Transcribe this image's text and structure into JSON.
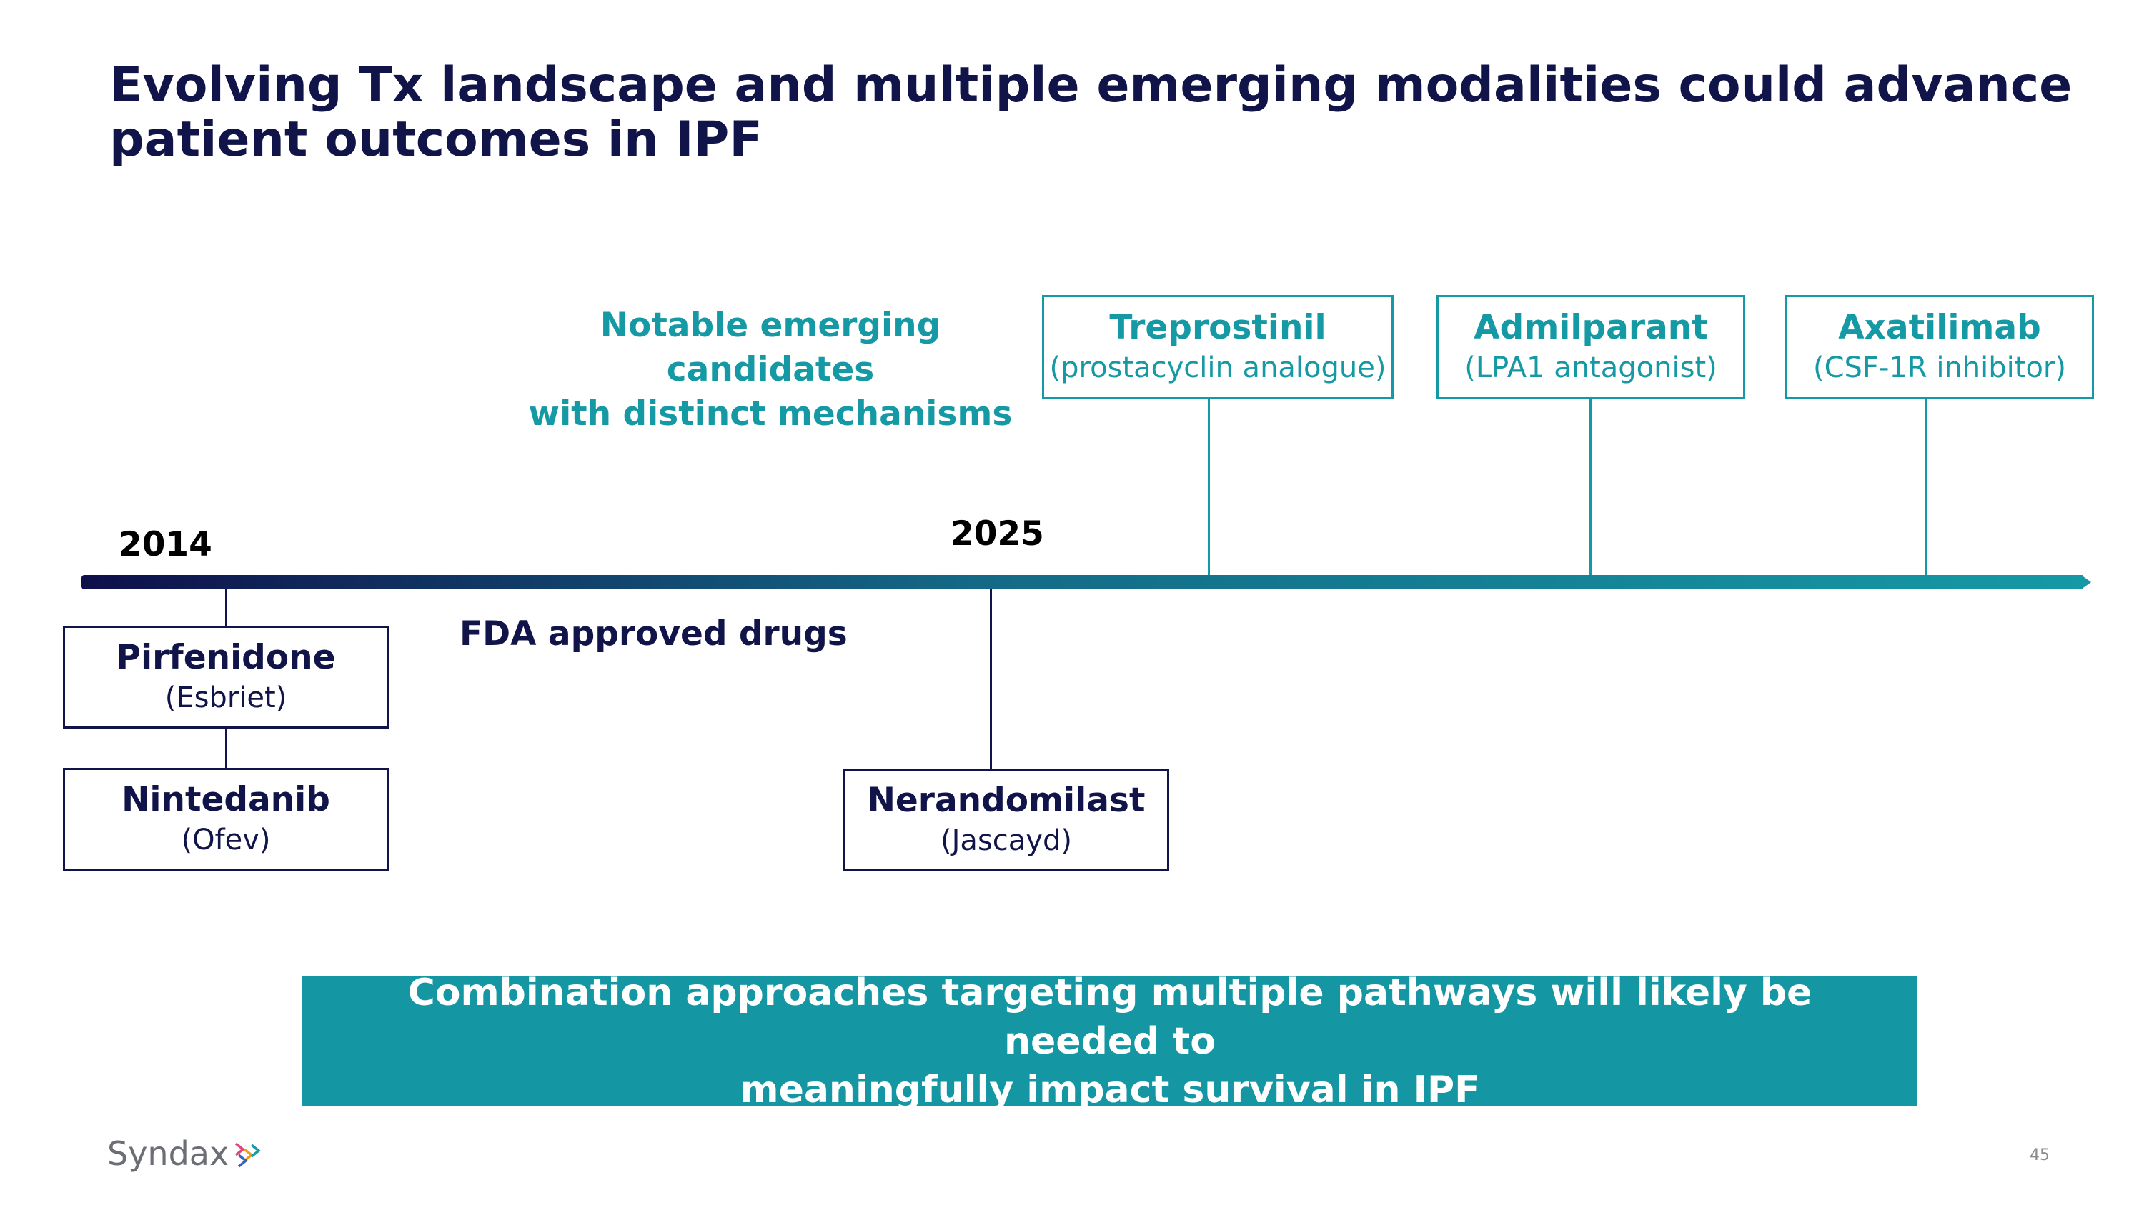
{
  "title": "Evolving Tx landscape and multiple emerging modalities could advance patient outcomes in IPF",
  "emerging": {
    "caption_line1": "Notable emerging candidates",
    "caption_line2": "with distinct mechanisms",
    "candidates": [
      {
        "name": "Treprostinil",
        "mechanism": "(prostacyclin analogue)"
      },
      {
        "name": "Admilparant",
        "mechanism": "(LPA1 antagonist)"
      },
      {
        "name": "Axatilimab",
        "mechanism": "(CSF-1R inhibitor)"
      }
    ]
  },
  "timeline": {
    "start_year": "2014",
    "mid_year": "2025",
    "approved_label": "FDA approved drugs"
  },
  "approved": [
    {
      "name": "Pirfenidone",
      "brand": "(Esbriet)"
    },
    {
      "name": "Nintedanib",
      "brand": "(Ofev)"
    },
    {
      "name": "Nerandomilast",
      "brand": "(Jascayd)"
    }
  ],
  "banner": {
    "line1": "Combination approaches targeting multiple pathways will likely be needed to",
    "line2": "meaningfully impact survival in IPF"
  },
  "footer": {
    "logo_text": "Syndax",
    "page_number": "45"
  },
  "colors": {
    "navy": "#111448",
    "teal": "#1599a4",
    "banner": "#1597a3"
  }
}
